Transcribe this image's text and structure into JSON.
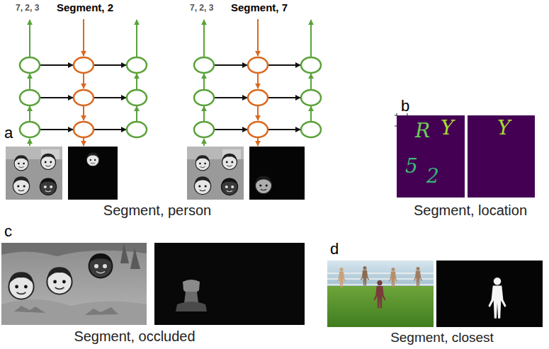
{
  "diagram": {
    "labels": [
      "7, 2, 3",
      "Segment, 2",
      "7, 2, 3",
      "Segment, 7",
      "b",
      "R",
      "Y",
      "5",
      "2",
      "Y",
      "a",
      "Segment, person",
      "Segment, location",
      "c",
      "d",
      "Segment, occluded",
      "Segment, closest"
    ]
  }
}
